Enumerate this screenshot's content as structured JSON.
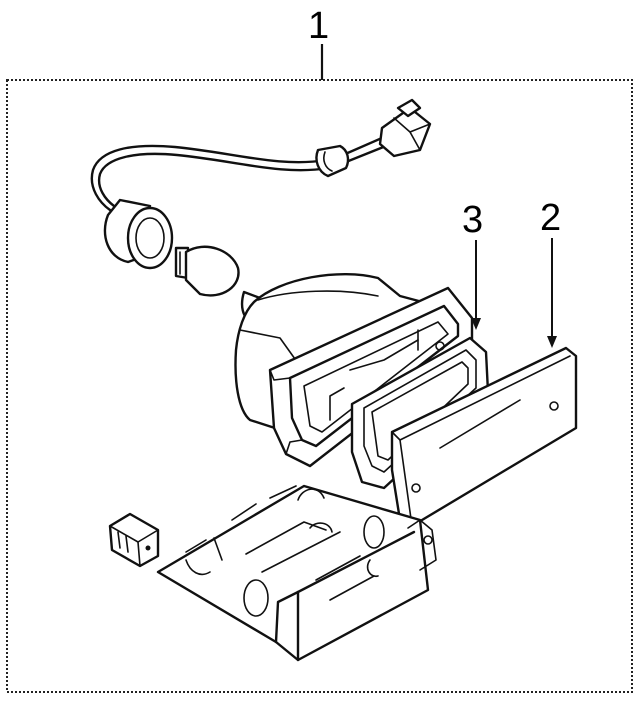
{
  "callouts": {
    "assembly": "1",
    "lens": "2",
    "gasket": "3"
  },
  "colors": {
    "ink": "#111111",
    "background": "#ffffff"
  }
}
